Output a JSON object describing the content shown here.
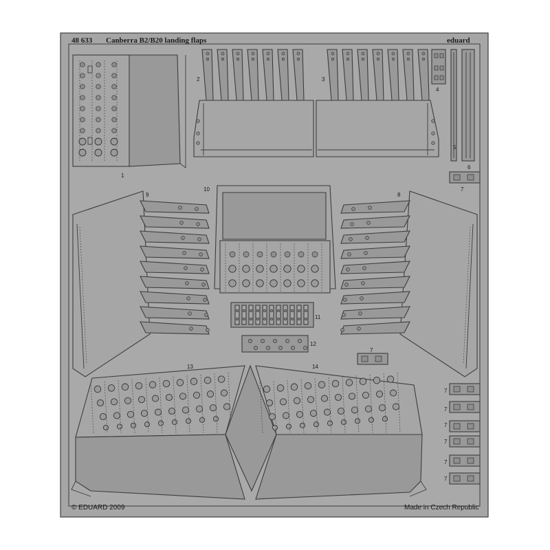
{
  "fret": {
    "code": "48 633",
    "title": "Canberra B2/B20 landing flaps",
    "brand": "eduard",
    "copyright": "© EDUARD 2009",
    "origin": "Made in Czech Republic",
    "colors": {
      "metal": "#a6a6a6",
      "outline": "#3c3c3c",
      "background": "#ffffff"
    }
  },
  "part_numbers": {
    "p1": "1",
    "p2": "2",
    "p3": "3",
    "p4": "4",
    "p5": "5",
    "p6": "6",
    "p7": [
      "7",
      "7",
      "7",
      "7",
      "7",
      "7",
      "7",
      "7"
    ],
    "p8": "8",
    "p9": "9",
    "p10": "10",
    "p11": "11",
    "p12": "12",
    "p13": "13",
    "p14": "14"
  }
}
